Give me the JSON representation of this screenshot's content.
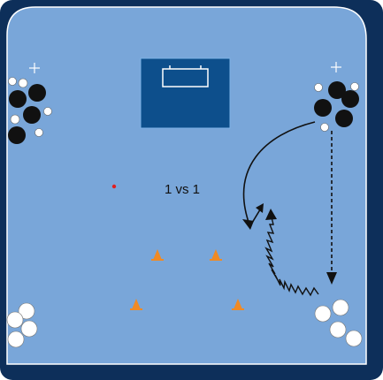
{
  "diagram": {
    "label": "1 vs 1",
    "colors": {
      "border": "#0d2f5a",
      "court": "#79a6d9",
      "goal_area": "#0d4f8c",
      "line": "#ffffff",
      "cone": "#f08a24",
      "black_player": "#111111",
      "white_player": "#ffffff",
      "ball_marker": "#e02020"
    },
    "icons": [
      "plus-marker",
      "cone",
      "curved-pass-arrow",
      "dribble-arrow",
      "dashed-run-arrow"
    ]
  }
}
